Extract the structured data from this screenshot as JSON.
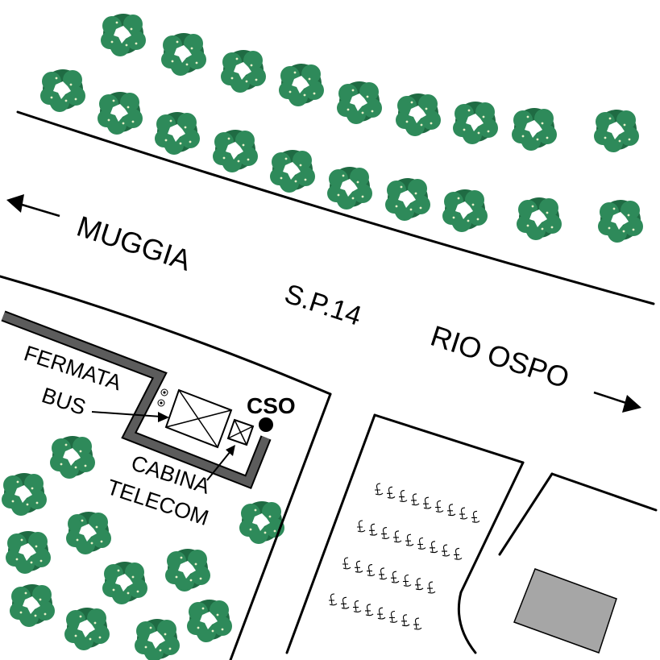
{
  "labels": {
    "muggia": "MUGGIA",
    "sp14": "S.P.14",
    "rio_ospo": "RIO OSPO",
    "fermata": "FERMATA",
    "bus": "BUS",
    "cso": "CSO",
    "cabina": "CABINA",
    "telecom": "TELECOM"
  },
  "colors": {
    "tree": "#2e8a5a",
    "tree_dark": "#1f6b43",
    "tree_leaf": "#e8f0c8",
    "sidewalk": "#5c5c5c",
    "building": "#a6a6a6",
    "line": "#000000"
  },
  "icons": {
    "arrow_left": "arrow-left-icon",
    "arrow_right": "arrow-right-icon",
    "tree": "tree-icon",
    "bus_shelter": "bus-shelter-icon",
    "phone_booth": "phone-booth-icon",
    "cso_point": "cso-point-icon",
    "parking": "parking-stall-icon"
  }
}
